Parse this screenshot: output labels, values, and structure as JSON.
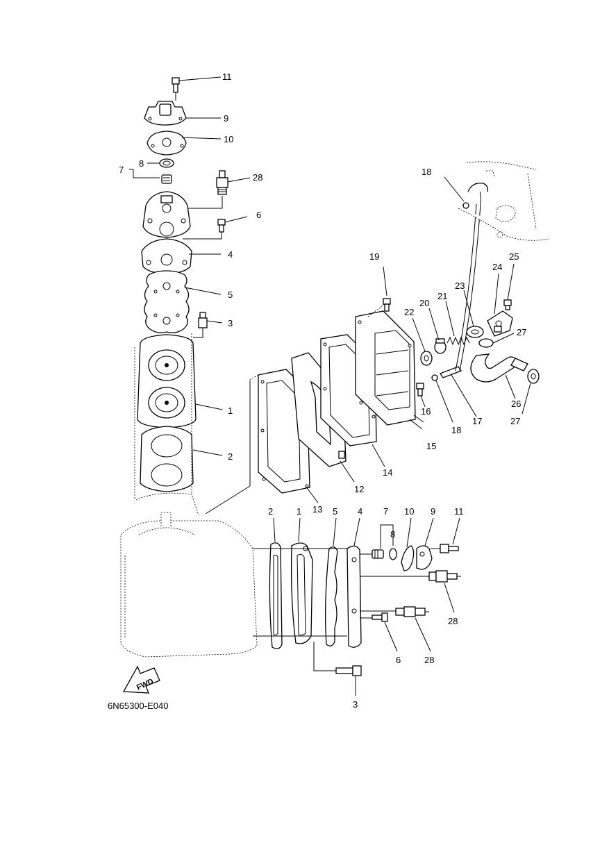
{
  "diagram_code": "6N65300-E040",
  "fwd_label": "FWD",
  "callouts": {
    "top_stack": {
      "c11": "11",
      "c9": "9",
      "c10": "10",
      "c7": "7",
      "c8": "8",
      "c28": "28",
      "c6": "6",
      "c4": "4",
      "c5": "5",
      "c3": "3",
      "c1": "1",
      "c2": "2"
    },
    "exhaust": {
      "c13": "13",
      "c12": "12",
      "c14": "14",
      "c15": "15",
      "c16": "16",
      "c18a": "18",
      "c18b": "18",
      "c17": "17",
      "c19": "19",
      "c22": "22",
      "c20": "20",
      "c21": "21",
      "c23": "23",
      "c24": "24",
      "c25": "25",
      "c27a": "27",
      "c27b": "27",
      "c26": "26"
    },
    "side_view": {
      "c2": "2",
      "c1": "1",
      "c5": "5",
      "c4": "4",
      "c7": "7",
      "c8": "8",
      "c10": "10",
      "c9": "9",
      "c11": "11",
      "c28a": "28",
      "c6": "6",
      "c28b": "28",
      "c3": "3"
    }
  }
}
